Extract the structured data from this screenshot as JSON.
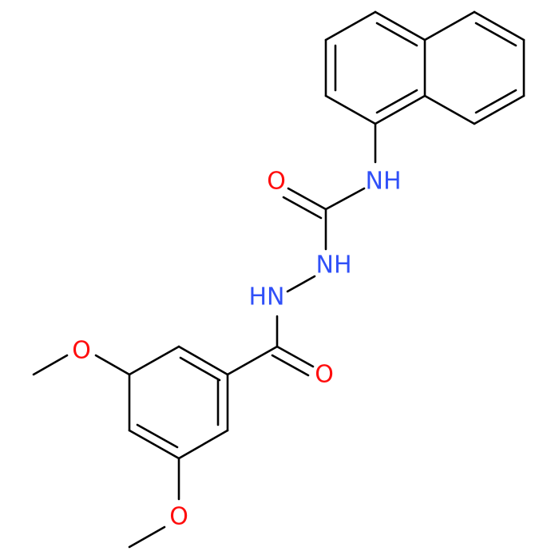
{
  "colors": {
    "background": "#ffffff",
    "bond": "#000000",
    "oxygen": "#ff0d0d",
    "nitrogen": "#3050f8"
  },
  "atoms": {
    "o_methoxy_top": "O",
    "o_methoxy_bottom": "O",
    "o_carbonyl_amide": "O",
    "o_carbonyl_urea": "O",
    "nh_hydrazide": "HN",
    "nh_hydrazine": "NH",
    "nh_naphthyl": "NH"
  }
}
